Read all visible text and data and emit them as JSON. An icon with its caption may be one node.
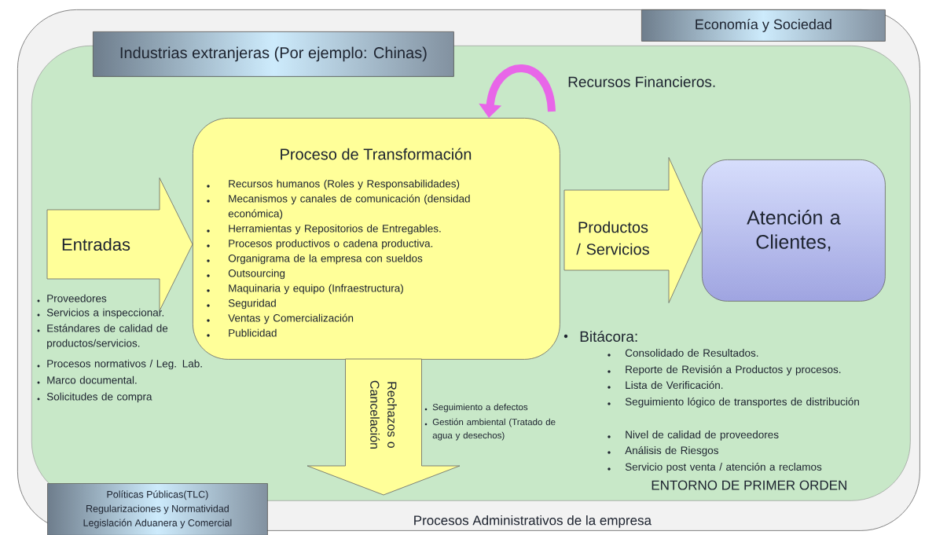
{
  "diagram": {
    "nodes": [
      {
        "text": [
          "Procesos Administrativos de la empresa"
        ]
      },
      {
        "text": [
          "Economía y Sociedad"
        ],
        "in": 0
      },
      {
        "text": [
          "ENTORNO DE PRIMER ORDEN"
        ],
        "in": 0
      },
      {
        "text": [
          "Industrias extranjeras (Por ejemplo: Chinas)"
        ],
        "in": 0
      },
      {
        "text": [
          "Proceso de Transformación",
          "Recursos humanos (Roles y Responsabilidades)",
          "Mecanismos y canales de comunicación (densidad económica)",
          "Herramientas y Repositorios de Entregables.",
          "Procesos productivos o cadena productiva.",
          "Organigrama de la empresa con sueldos",
          "Outsourcing",
          "Maquinaria y equipo (Infraestructura)",
          "Seguridad",
          "Ventas y Comercialización",
          "Publicidad"
        ],
        "in": 2
      },
      {
        "text": [
          "Atención a Clientes,"
        ],
        "in": 2
      },
      {
        "text": [
          "Políticas Públicas(TLC)",
          "Regularizaciones y Normatividad",
          "Legislación Aduanera y Comercial"
        ]
      }
    ],
    "edges": [
      {
        "from": null,
        "to": 4,
        "arrow": "to",
        "color": "#e866e8"
      },
      {
        "from": null,
        "to": 4,
        "arrow": "to",
        "label": "Entradas"
      },
      {
        "from": 4,
        "to": 5,
        "arrow": "to",
        "label": "Productos / Servicios"
      },
      {
        "from": 4,
        "to": null,
        "arrow": "to",
        "label": "Rechazos o Cancelación"
      }
    ],
    "labels": [
      "Recursos Financieros.",
      "Proveedores",
      "Servicios a inspeccionar.",
      "Estándares de calidad de productos/servicios.",
      "Procesos normativos / Leg. Lab.",
      "Marco documental.",
      "Solicitudes de compra",
      "Bitácora:",
      "Consolidado de Resultados.",
      "Reporte de Revisión a Productos y procesos.",
      "Lista de Verificación.",
      "Seguimiento lógico de transportes de distribución",
      "Nivel de calidad de proveedores",
      "Análisis de Riesgos",
      "Servicio post venta / atención a reclamos",
      "Seguimiento a defectos",
      "Gestión ambiental (Tratado de agua y desechos)"
    ]
  }
}
